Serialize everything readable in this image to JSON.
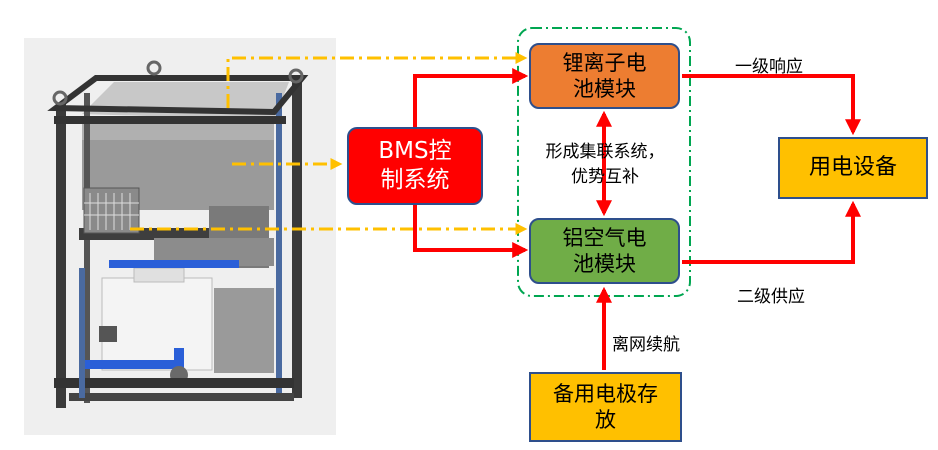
{
  "nodes": {
    "bms": "BMS控\n制系统",
    "li_ion": "锂离子电\n池模块",
    "al_air": "铝空气电\n池模块",
    "device": "用电设备",
    "spare": "备用电极存\n放"
  },
  "labels": {
    "synergy": "形成集联系统，\n优势互补",
    "primary": "一级响应",
    "secondary": "二级供应",
    "offgrid": "离网续航"
  },
  "colors": {
    "arrow": "#ff0000",
    "dash": "#ffc000",
    "group": "#00a651"
  }
}
